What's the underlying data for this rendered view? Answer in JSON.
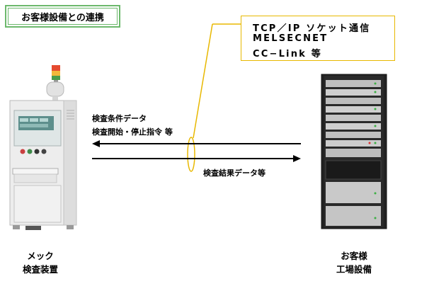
{
  "title": "お客様設備との連携",
  "protocols": [
    "TCP／IP ソケット通信",
    "MELSECNET",
    "CC−Link 等"
  ],
  "arrow_to_left": {
    "lines": [
      "検査条件データ",
      "検査開始・停止指令 等"
    ]
  },
  "arrow_to_right": {
    "label": "検査結果データ等"
  },
  "left_device": {
    "lines": [
      "メック",
      "検査装置"
    ]
  },
  "right_device": {
    "lines": [
      "お客様",
      "工場設備"
    ]
  },
  "colors": {
    "title_border": "#6cb86c",
    "callout": "#e8b800",
    "arrow": "#000000"
  },
  "icons": [
    "inspection-machine-icon",
    "server-rack-icon",
    "signal-lamp-icon"
  ]
}
